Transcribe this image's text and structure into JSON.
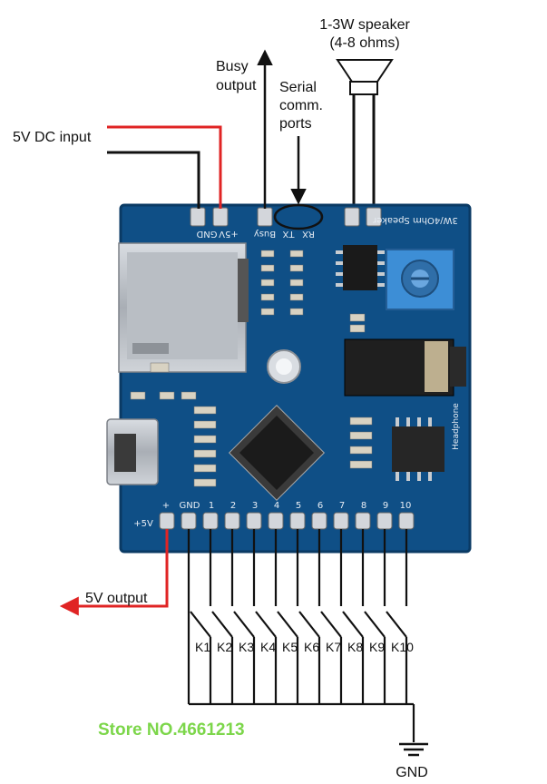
{
  "annotations": {
    "speaker_line1": "1-3W speaker",
    "speaker_line2": "(4-8 ohms)",
    "busy_line1": "Busy",
    "busy_line2": "output",
    "serial_line1": "Serial",
    "serial_line2": "comm.",
    "serial_line3": "ports",
    "dc_input": "5V DC input",
    "five_v_output": "5V output",
    "gnd": "GND"
  },
  "board": {
    "pin_gnd": "GND",
    "pin_plus5v": "+5V",
    "pin_busy": "Busy",
    "pin_tx": "TX",
    "pin_rx": "RX",
    "speaker_silk": "3W/4Ohm Speaker",
    "headphone_silk": "Headphone",
    "bottom_plus": "+",
    "bottom_gnd": "GND",
    "bottom_5v": "+5V",
    "pin_numbers": [
      "1",
      "2",
      "3",
      "4",
      "5",
      "6",
      "7",
      "8",
      "9",
      "10"
    ]
  },
  "keys": [
    "K1",
    "K2",
    "K3",
    "K4",
    "K5",
    "K6",
    "K7",
    "K8",
    "K9",
    "K10"
  ],
  "store": "Store NO.4661213",
  "colors": {
    "board": "#0f4f86",
    "wire_red": "#e02424",
    "wire_black": "#111111",
    "store_green": "#7cd64a"
  }
}
